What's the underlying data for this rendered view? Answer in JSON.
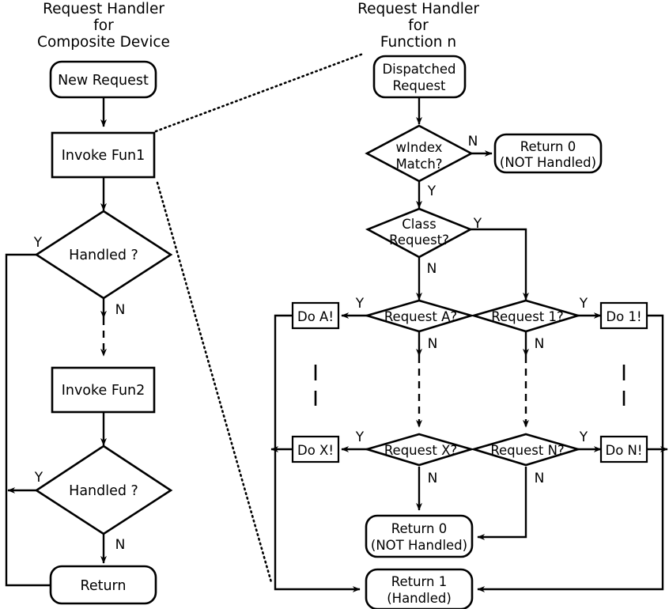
{
  "diagram": {
    "type": "flowchart",
    "background": "#ffffff",
    "stroke_color": "#000000",
    "left_column": {
      "title_lines": [
        "Request Handler",
        "for",
        "Composite Device"
      ],
      "nodes": [
        {
          "id": "new-request",
          "label": "New Request",
          "shape": "rounded-terminator"
        },
        {
          "id": "invoke-fun1",
          "label": "Invoke Fun1",
          "shape": "process"
        },
        {
          "id": "handled-1",
          "label": "Handled ?",
          "shape": "decision"
        },
        {
          "id": "invoke-fun2",
          "label": "Invoke Fun2",
          "shape": "process"
        },
        {
          "id": "handled-2",
          "label": "Handled ?",
          "shape": "decision"
        },
        {
          "id": "return",
          "label": "Return",
          "shape": "rounded-terminator"
        }
      ],
      "edge_labels": {
        "handled1_yes": "Y",
        "handled1_no": "N",
        "handled2_yes": "Y",
        "handled2_no": "N"
      }
    },
    "right_column": {
      "title_lines": [
        "Request Handler",
        "for",
        "Function n"
      ],
      "nodes": [
        {
          "id": "dispatched-request",
          "label_lines": [
            "Dispatched",
            "Request"
          ],
          "shape": "rounded-terminator"
        },
        {
          "id": "windex-match",
          "label_lines": [
            "wIndex",
            "Match?"
          ],
          "shape": "decision"
        },
        {
          "id": "return0-top",
          "label_lines": [
            "Return 0",
            "(NOT Handled)"
          ],
          "shape": "rounded-terminator"
        },
        {
          "id": "class-request",
          "label_lines": [
            "Class",
            "Request?"
          ],
          "shape": "decision"
        },
        {
          "id": "request-a",
          "label": "Request A?",
          "shape": "decision"
        },
        {
          "id": "request-1",
          "label": "Request 1?",
          "shape": "decision"
        },
        {
          "id": "request-x",
          "label": "Request X?",
          "shape": "decision"
        },
        {
          "id": "request-n",
          "label": "Request N?",
          "shape": "decision"
        },
        {
          "id": "do-a",
          "label": "Do A!",
          "shape": "process"
        },
        {
          "id": "do-1",
          "label": "Do 1!",
          "shape": "process"
        },
        {
          "id": "do-x",
          "label": "Do X!",
          "shape": "process"
        },
        {
          "id": "do-n",
          "label": "Do N!",
          "shape": "process"
        },
        {
          "id": "return0-bottom",
          "label_lines": [
            "Return 0",
            "(NOT Handled)"
          ],
          "shape": "rounded-terminator"
        },
        {
          "id": "return1",
          "label_lines": [
            "Return 1",
            "(Handled)"
          ],
          "shape": "rounded-terminator"
        }
      ],
      "edge_labels": {
        "windex_no": "N",
        "windex_yes": "Y",
        "class_yes": "Y",
        "class_no": "N",
        "request_a_yes": "Y",
        "request_a_no": "N",
        "request_1_yes": "Y",
        "request_1_no": "N",
        "request_x_yes": "Y",
        "request_x_no": "N",
        "request_n_yes": "Y",
        "request_n_no": "N"
      },
      "ellipsis_marks": [
        "|",
        "|",
        "|",
        "|"
      ]
    }
  }
}
